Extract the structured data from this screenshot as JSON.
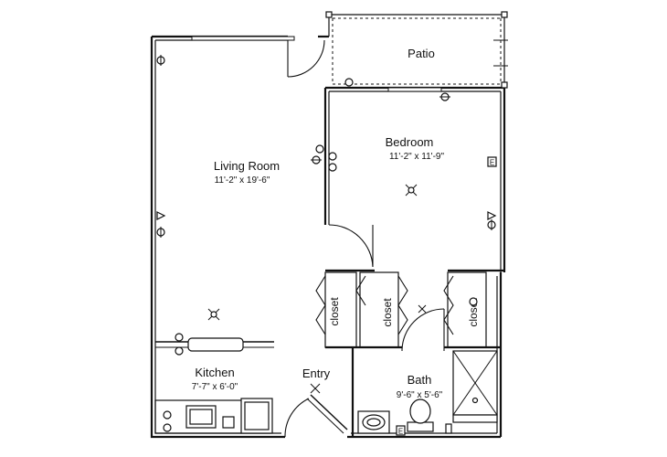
{
  "rooms": {
    "patio": {
      "name": "Patio"
    },
    "bedroom": {
      "name": "Bedroom",
      "dims": "11'-2\" x 11'-9\""
    },
    "living": {
      "name": "Living Room",
      "dims": "11'-2\" x 19'-6\""
    },
    "kitchen": {
      "name": "Kitchen",
      "dims": "7'-7\" x 6'-0\""
    },
    "entry": {
      "name": "Entry"
    },
    "bath": {
      "name": "Bath",
      "dims": "9'-6\" x 5'-6\""
    }
  },
  "closets": [
    {
      "label": "closet"
    },
    {
      "label": "closet"
    },
    {
      "label": "closet"
    }
  ],
  "symbols": {
    "panel_letter": "E"
  }
}
